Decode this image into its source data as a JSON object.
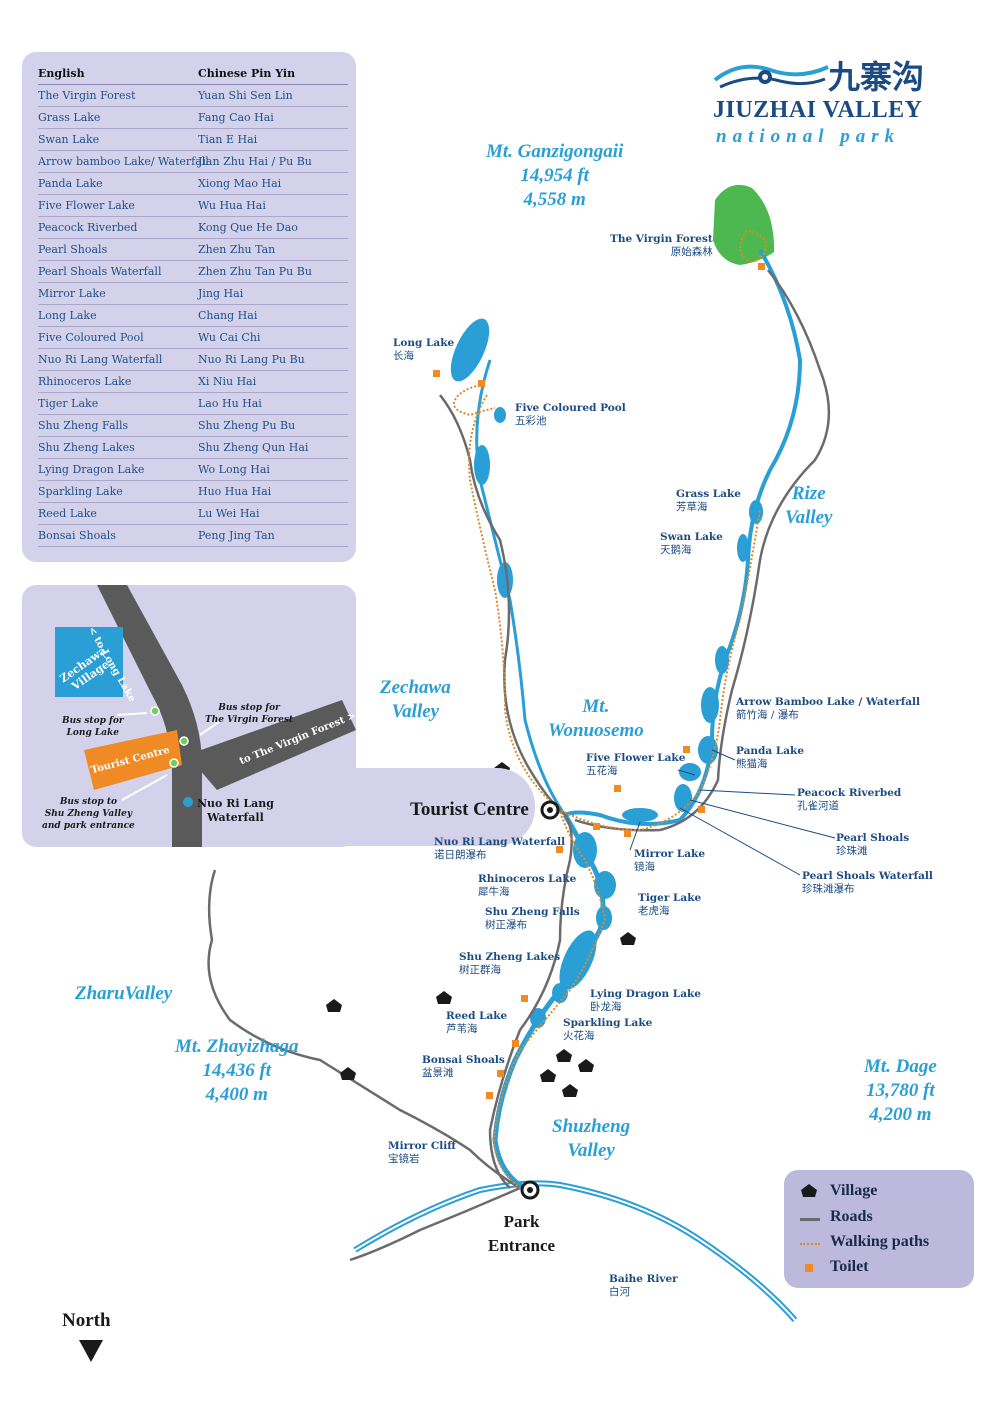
{
  "header": {
    "chinese_logo": "九寨沟",
    "title": "JIUZHAI VALLEY",
    "subtitle": "national park"
  },
  "name_table": {
    "headers": [
      "English",
      "Chinese Pin Yin"
    ],
    "rows": [
      [
        "The Virgin Forest",
        "Yuan Shi Sen Lin"
      ],
      [
        "Grass Lake",
        "Fang Cao Hai"
      ],
      [
        "Swan Lake",
        "Tian E Hai"
      ],
      [
        "Arrow bamboo Lake/ Waterfall",
        "Jian Zhu Hai / Pu Bu"
      ],
      [
        "Panda Lake",
        "Xiong Mao Hai"
      ],
      [
        "Five Flower Lake",
        "Wu Hua Hai"
      ],
      [
        "Peacock Riverbed",
        "Kong Que He Dao"
      ],
      [
        "Pearl Shoals",
        "Zhen Zhu Tan"
      ],
      [
        "Pearl Shoals Waterfall",
        "Zhen Zhu Tan Pu Bu"
      ],
      [
        "Mirror Lake",
        "Jing Hai"
      ],
      [
        "Long Lake",
        "Chang Hai"
      ],
      [
        "Five Coloured Pool",
        "Wu Cai Chi"
      ],
      [
        "Nuo Ri Lang Waterfall",
        "Nuo Ri Lang Pu Bu"
      ],
      [
        "Rhinoceros Lake",
        "Xi Niu Hai"
      ],
      [
        "Tiger Lake",
        "Lao Hu Hai"
      ],
      [
        "Shu Zheng Falls",
        "Shu Zheng Pu Bu"
      ],
      [
        "Shu Zheng Lakes",
        "Shu Zheng Qun Hai"
      ],
      [
        "Lying Dragon Lake",
        "Wo Long Hai"
      ],
      [
        "Sparkling Lake",
        "Huo Hua Hai"
      ],
      [
        "Reed Lake",
        "Lu Wei Hai"
      ],
      [
        "Bonsai Shoals",
        "Peng Jing Tan"
      ]
    ]
  },
  "inset": {
    "to_long_lake": "< to Long Lake",
    "zechawa_village": [
      "Zechawa",
      "Village"
    ],
    "bus_stop_long_lake": [
      "Bus stop for",
      "Long Lake"
    ],
    "bus_stop_virgin_forest": [
      "Bus stop for",
      "The Virgin Forest"
    ],
    "to_virgin_forest": "to The Virgin Forest >",
    "tourist_centre": "Tourist Centre",
    "bus_stop_shuzheng": [
      "Bus stop to",
      "Shu Zheng Valley",
      "and park entrance"
    ],
    "nuo_ri_lang": [
      "Nuo Ri Lang",
      "Waterfall"
    ]
  },
  "mountains": {
    "ganzigongaii": [
      "Mt. Ganzigongaii",
      "14,954 ft",
      "4,558 m"
    ],
    "wonuosemo": [
      "Mt.",
      "Wonuosemo"
    ],
    "zhayizhaga": [
      "Mt. Zhayizhaga",
      "14,436 ft",
      "4,400 m"
    ],
    "dage": [
      "Mt. Dage",
      "13,780 ft",
      "4,200 m"
    ]
  },
  "valleys": {
    "rize": [
      "Rize",
      "Valley"
    ],
    "zechawa": [
      "Zechawa",
      "Valley"
    ],
    "zharu": "ZharuValley",
    "shuzheng": [
      "Shuzheng",
      "Valley"
    ]
  },
  "sites": {
    "virgin_forest": [
      "The Virgin Forest",
      "原始森林"
    ],
    "long_lake": [
      "Long Lake",
      "长海"
    ],
    "five_coloured_pool": [
      "Five Coloured Pool",
      "五彩池"
    ],
    "grass_lake": [
      "Grass Lake",
      "芳草海"
    ],
    "swan_lake": [
      "Swan Lake",
      "天鹅海"
    ],
    "arrow_bamboo": [
      "Arrow Bamboo Lake / Waterfall",
      "箭竹海 / 瀑布"
    ],
    "panda_lake": [
      "Panda Lake",
      "熊猫海"
    ],
    "five_flower": [
      "Five Flower Lake",
      "五花海"
    ],
    "peacock": [
      "Peacock Riverbed",
      "孔雀河道"
    ],
    "pearl_shoals": [
      "Pearl Shoals",
      "珍珠滩"
    ],
    "pearl_shoals_waterfall": [
      "Pearl Shoals Waterfall",
      "珍珠滩瀑布"
    ],
    "nuo_ri_lang": [
      "Nuo Ri Lang Waterfall",
      "诺日朗瀑布"
    ],
    "mirror_lake": [
      "Mirror Lake",
      "镜海"
    ],
    "rhinoceros": [
      "Rhinoceros Lake",
      "犀牛海"
    ],
    "tiger_lake": [
      "Tiger Lake",
      "老虎海"
    ],
    "shuzheng_falls": [
      "Shu Zheng Falls",
      "树正瀑布"
    ],
    "shuzheng_lakes": [
      "Shu Zheng Lakes",
      "树正群海"
    ],
    "lying_dragon": [
      "Lying Dragon Lake",
      "卧龙海"
    ],
    "reed_lake": [
      "Reed Lake",
      "芦苇海"
    ],
    "sparkling": [
      "Sparkling Lake",
      "火花海"
    ],
    "bonsai": [
      "Bonsai Shoals",
      "盆景滩"
    ],
    "mirror_cliff": [
      "Mirror Cliff",
      "宝镜岩"
    ],
    "baihe": [
      "Baihe River",
      "白河"
    ]
  },
  "points": {
    "tourist_centre": "Tourist Centre",
    "park_entrance": [
      "Park",
      "Entrance"
    ]
  },
  "legend": {
    "items": [
      "Village",
      "Roads",
      "Walking paths",
      "Toilet"
    ]
  },
  "north": "North",
  "colors": {
    "water": "#2a9fd6",
    "road": "#6b6b6b",
    "path": "#d98a2b",
    "toilet": "#f08a24",
    "forest": "#4cb84f",
    "panel": "#d4d2ea",
    "label_dark": "#1c4b82"
  }
}
